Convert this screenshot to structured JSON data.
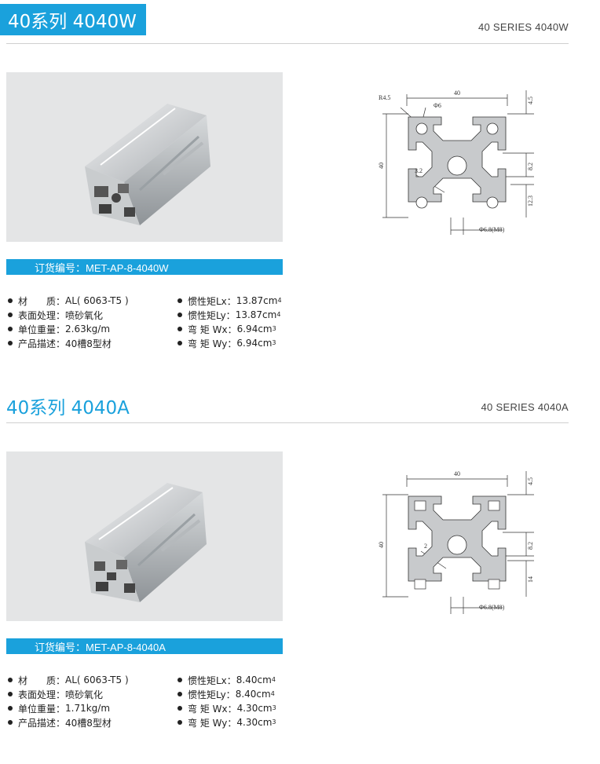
{
  "sections": [
    {
      "title": "40系列 4040W",
      "series": "40 SERIES  4040W",
      "order_label": "订货编号：MET-AP-8-4040W",
      "specs_left": [
        {
          "label": "材　　质：",
          "value": "AL( 6063-T5 )"
        },
        {
          "label": "表面处理：",
          "value": "喷砂氧化"
        },
        {
          "label": "单位重量：",
          "value": "2.63kg/m"
        },
        {
          "label": "产品描述：",
          "value": "40槽8型材"
        }
      ],
      "specs_right": [
        {
          "label": "惯性矩Lx：",
          "value": "13.87cm",
          "sup": "4"
        },
        {
          "label": "惯性矩Ly：",
          "value": "13.87cm",
          "sup": "4"
        },
        {
          "label": "弯 矩 Wx：",
          "value": "6.94cm",
          "sup": "3"
        },
        {
          "label": "弯 矩 Wy：",
          "value": "6.94cm",
          "sup": "3"
        }
      ],
      "dims": {
        "top": "40",
        "left": "40",
        "r": "R4.5",
        "phi": "Φ6",
        "right_top": "4.5",
        "right_mid": "8.2",
        "right_bot": "12.3",
        "inner": "3.2",
        "bottom": "Φ6.8(M8)"
      }
    },
    {
      "title": "40系列 4040A",
      "series": "40 SERIES  4040A",
      "order_label": "订货编号：MET-AP-8-4040A",
      "specs_left": [
        {
          "label": "材　　质：",
          "value": "AL( 6063-T5 )"
        },
        {
          "label": "表面处理：",
          "value": "喷砂氧化"
        },
        {
          "label": "单位重量：",
          "value": "1.71kg/m"
        },
        {
          "label": "产品描述：",
          "value": "40槽8型材"
        }
      ],
      "specs_right": [
        {
          "label": "惯性矩Lx：",
          "value": "8.40cm",
          "sup": "4"
        },
        {
          "label": "惯性矩Ly：",
          "value": "8.40cm",
          "sup": "4"
        },
        {
          "label": "弯 矩 Wx：",
          "value": "4.30cm",
          "sup": "3"
        },
        {
          "label": "弯 矩 Wy：",
          "value": "4.30cm",
          "sup": "3"
        }
      ],
      "dims": {
        "top": "40",
        "left": "40",
        "right_top": "4.5",
        "right_mid": "8.2",
        "right_bot": "14",
        "inner": "2",
        "bottom": "Φ6.8(M8)"
      }
    }
  ]
}
